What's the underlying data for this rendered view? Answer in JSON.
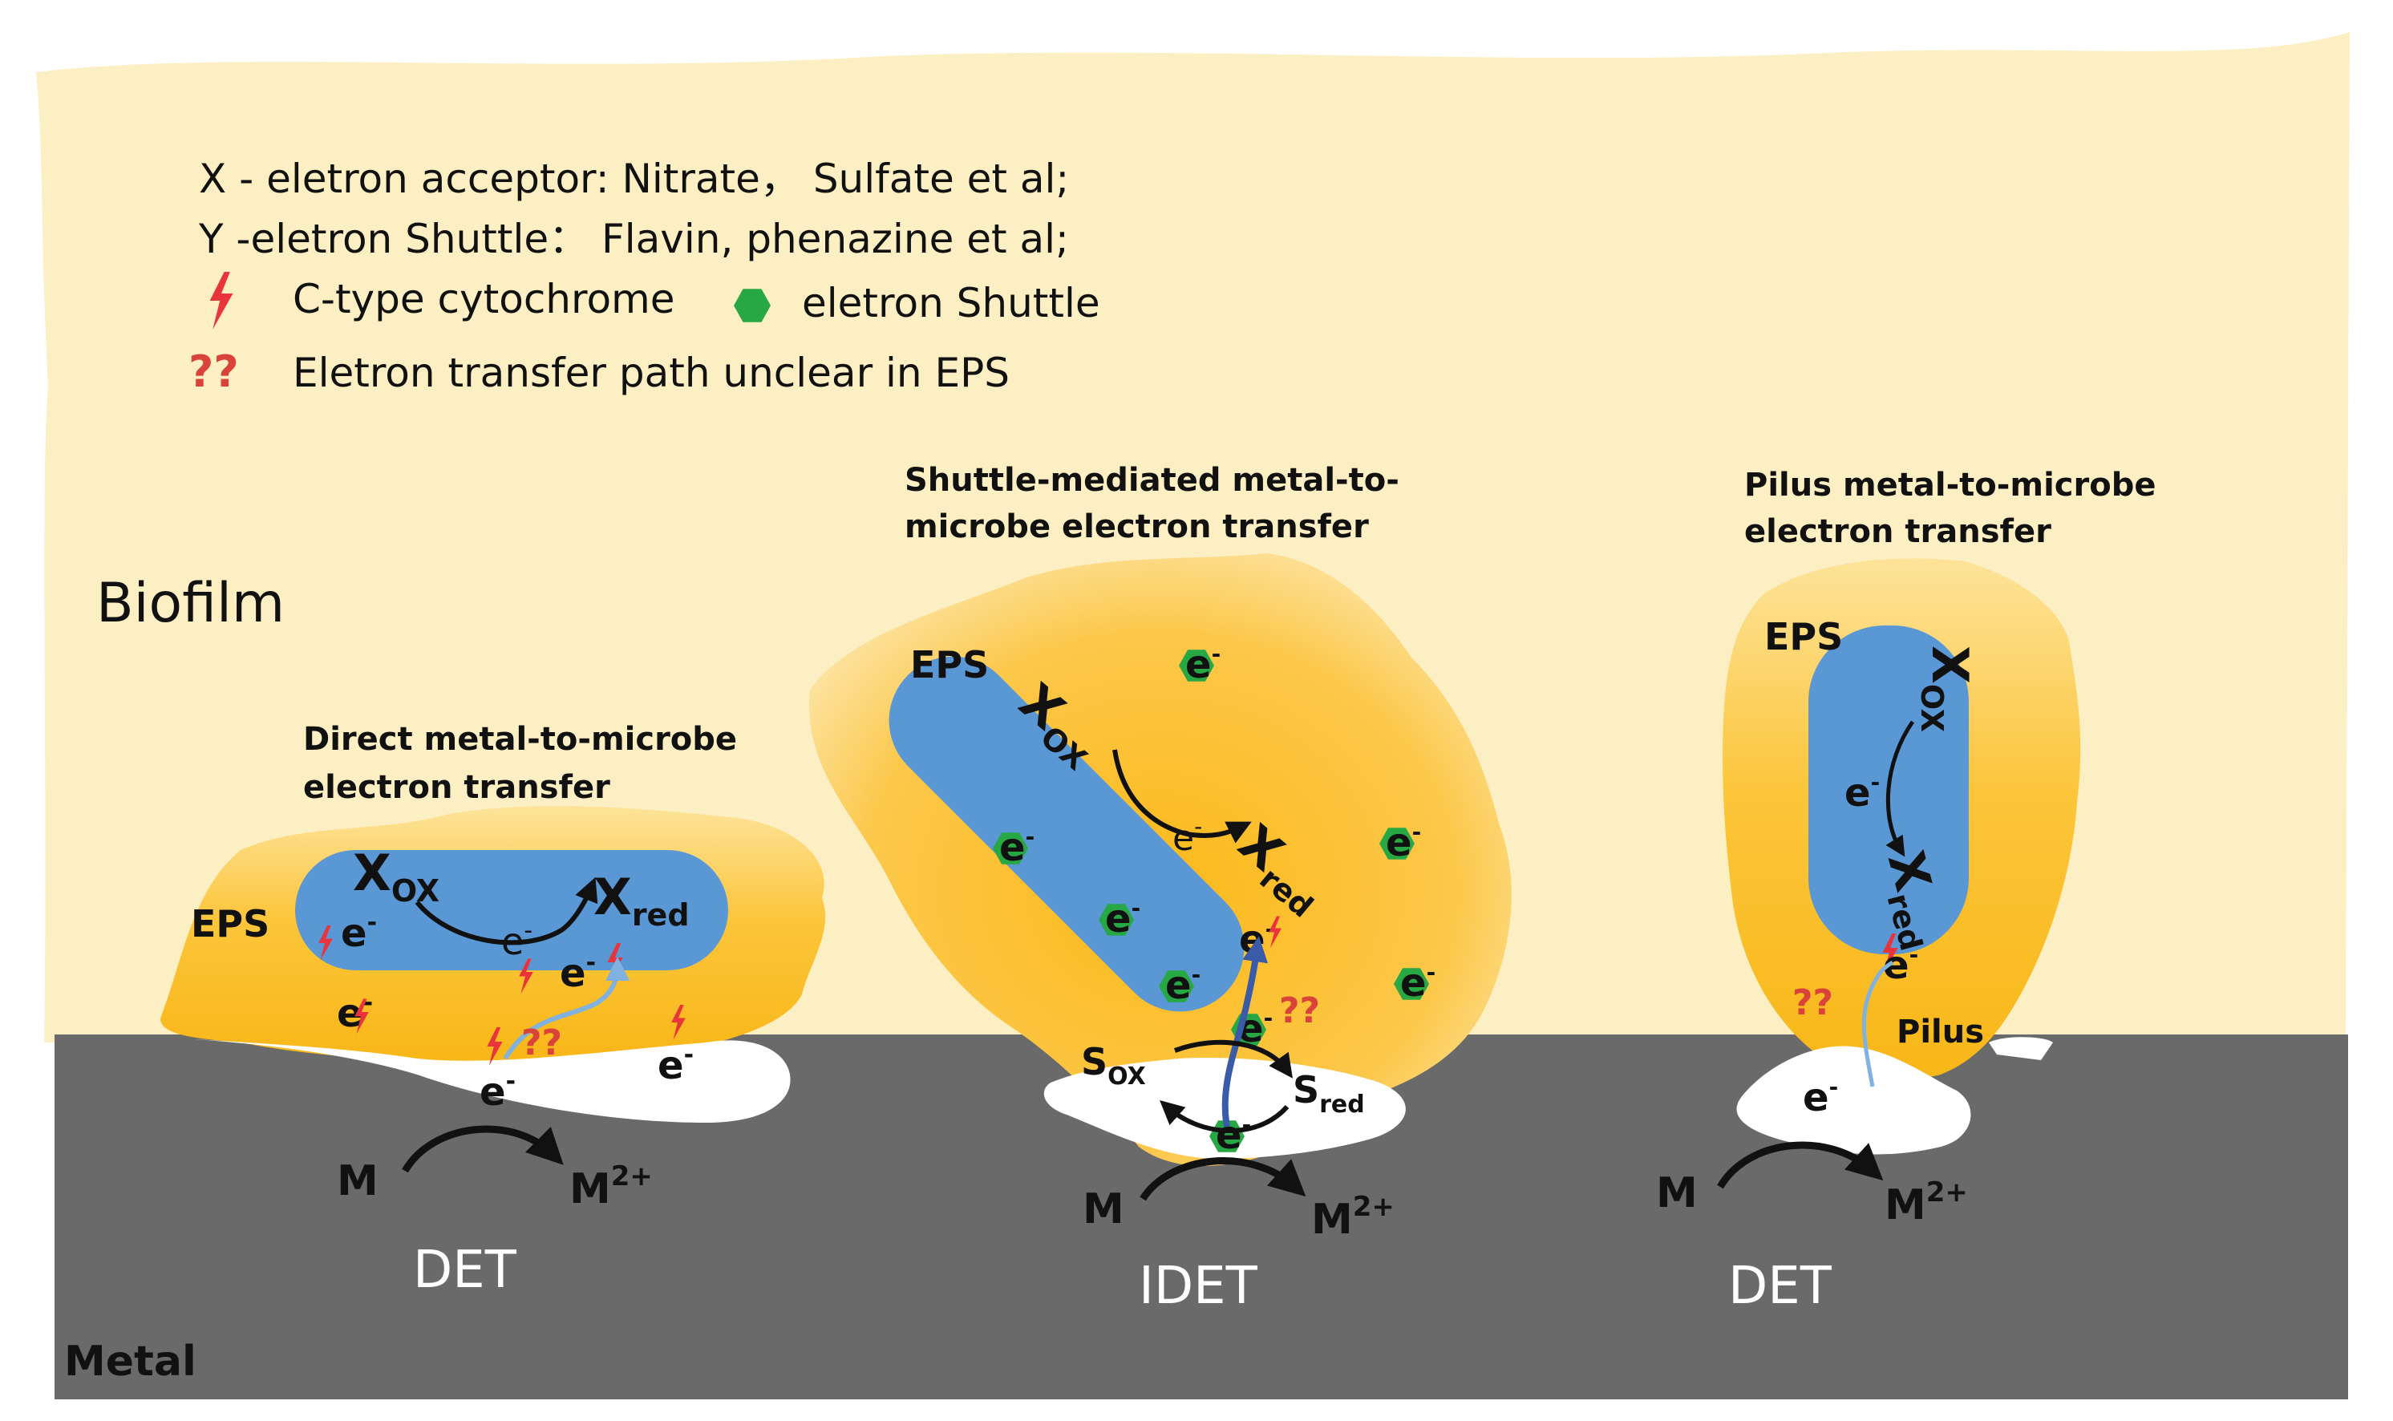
{
  "colors": {
    "biofilm": "#fdefc4",
    "eps": "#fbc232",
    "cell": "#5a97d5",
    "metal": "#6a6a6a",
    "cytochrome": "#e8343a",
    "shuttle": "#28a745",
    "question": "#d9433a",
    "arrow_blue": "#3a5ba8"
  },
  "legend": {
    "x_line": "X - eletron acceptor: Nitrate， Sulfate et al;",
    "y_line": "Y -eletron Shuttle： Flavin, phenazine et al;",
    "cytochrome_label": "C-type cytochrome",
    "shuttle_label": "eletron Shuttle",
    "question_mark": "??",
    "question_label": "Eletron transfer path unclear in EPS",
    "cytochrome_icon": "lightning-bolt-icon",
    "shuttle_icon": "green-hexagon-icon"
  },
  "labels": {
    "biofilm": "Biofilm",
    "metal": "Metal",
    "eps": "EPS",
    "electron": "e",
    "electron_sup": "-",
    "x_base": "X",
    "ox": "OX",
    "red": "red",
    "s_base": "S",
    "m": "M",
    "m_ion_sup": "2+",
    "pilus": "Pilus",
    "q": "??"
  },
  "panels": [
    {
      "title_1": "Direct metal-to-microbe",
      "title_2": "electron transfer",
      "mode": "DET"
    },
    {
      "title_1": "Shuttle-mediated metal-to-",
      "title_2": "microbe electron transfer",
      "mode": "IDET"
    },
    {
      "title_1": "Pilus metal-to-microbe",
      "title_2": "electron transfer",
      "mode": "DET"
    }
  ]
}
